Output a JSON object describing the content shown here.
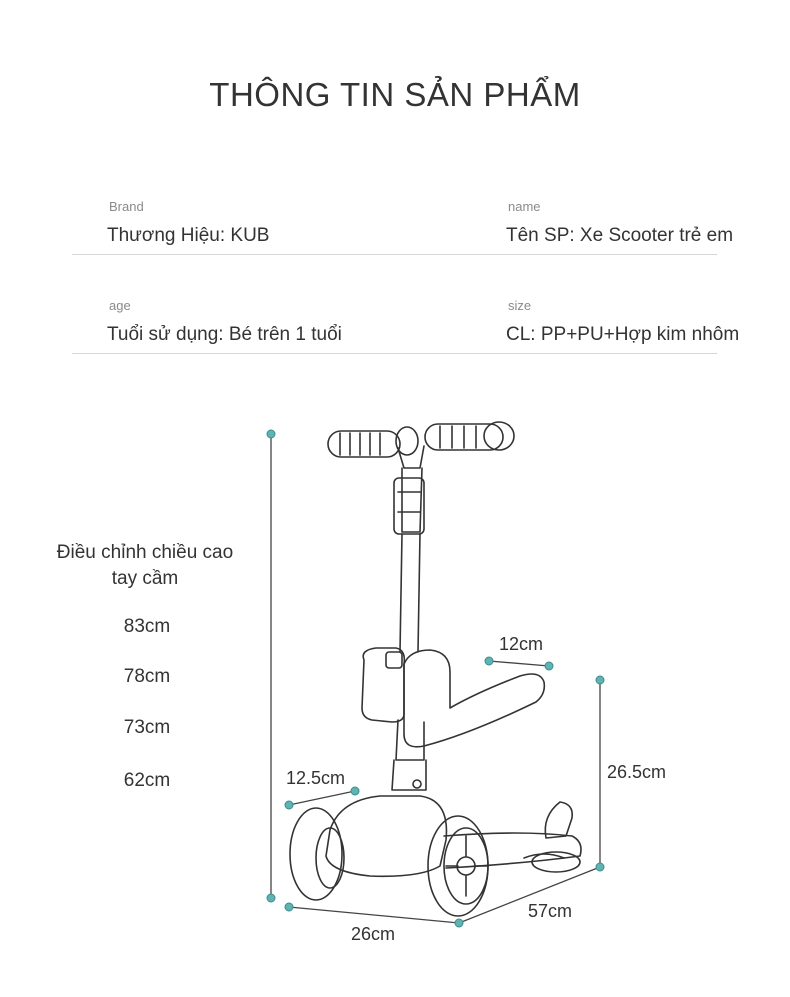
{
  "page": {
    "title": "THÔNG TIN SẢN PHẨM"
  },
  "specs": [
    {
      "label": "Brand",
      "value": "Thương Hiệu: KUB"
    },
    {
      "label": "name",
      "value": "Tên SP: Xe Scooter trẻ em"
    },
    {
      "label": "age",
      "value": "Tuổi sử dụng: Bé trên 1 tuổi"
    },
    {
      "label": "size",
      "value": "CL: PP+PU+Hợp kim nhôm"
    }
  ],
  "height_adjust": {
    "heading_line1": "Điều chỉnh chiều cao",
    "heading_line2": "tay cầm",
    "heights": [
      "83cm",
      "78cm",
      "73cm",
      "62cm"
    ]
  },
  "dimensions": {
    "seat_width": "12cm",
    "seat_height": "26.5cm",
    "front_width": "12.5cm",
    "wheelbase_width": "26cm",
    "length": "57cm"
  },
  "colors": {
    "accent": "#5fb3b3",
    "line": "#333333"
  },
  "icons": [
    "scooter-illustration",
    "dimension-marker-dot"
  ]
}
